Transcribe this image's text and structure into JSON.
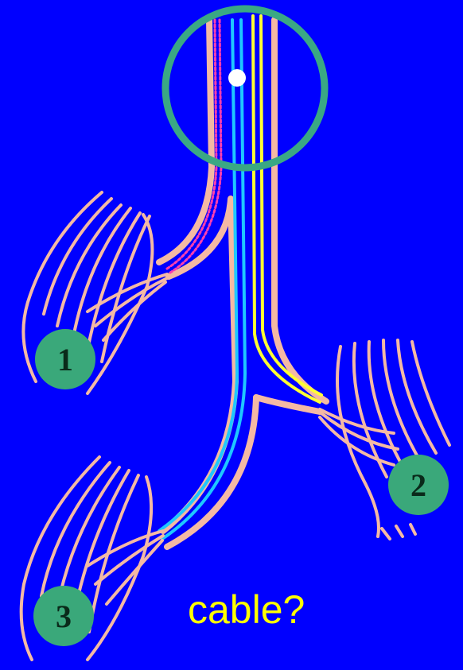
{
  "labels": {
    "muscle_1": "1",
    "muscle_2": "2",
    "muscle_3": "3"
  },
  "caption": "cable?",
  "colors": {
    "background": "#0000ff",
    "nerve_sheath": "#f4b9a4",
    "fiber_magenta": "#ff3fb0",
    "fiber_cyan": "#1ec8ff",
    "fiber_yellow": "#ffff33",
    "focus_ring": "#3aa884",
    "label_badge": "#3aa87a",
    "caption_text": "#ffff00"
  }
}
